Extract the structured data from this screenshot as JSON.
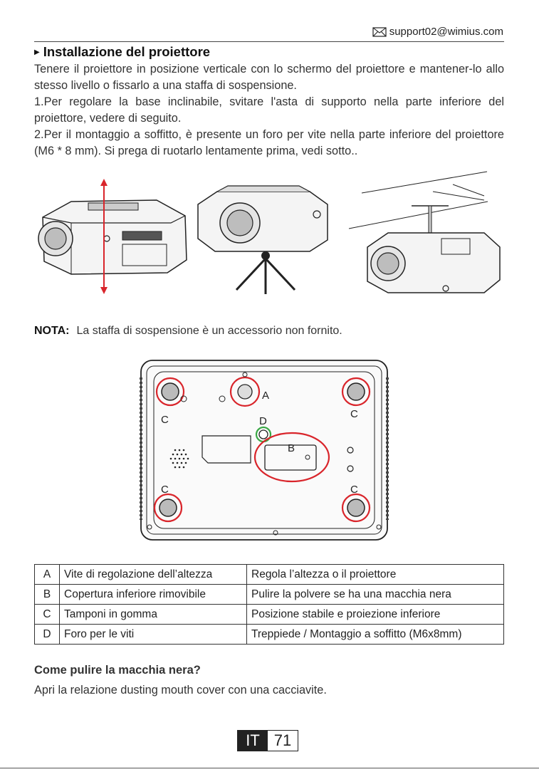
{
  "header": {
    "email": "support02@wimius.com",
    "email_icon": "envelope-icon"
  },
  "section": {
    "title": "Installazione del proiettore",
    "paragraphs": [
      "Tenere il proiettore in posizione verticale con lo schermo del proiettore e mantener-lo allo stesso livello o fissarlo a una staffa di sospensione.",
      "1.Per regolare la base inclinabile, svitare l'asta di supporto nella parte inferiore del proiettore, vedere di seguito.",
      "2.Per il montaggio a soffitto, è presente un foro per vite nella parte inferiore del proiettore (M6 * 8 mm). Si prega di ruotarlo lentamente prima, vedi sotto.."
    ]
  },
  "note": {
    "label": "NOTA:",
    "text": "La staffa di sospensione è un accessorio non fornito."
  },
  "diagram_labels": {
    "a": "A",
    "b": "B",
    "c": "C",
    "d": "D"
  },
  "parts_table": [
    {
      "key": "A",
      "name": "Vite di regolazione dell’altezza",
      "desc": "Regola l’altezza o il proiettore"
    },
    {
      "key": "B",
      "name": "Copertura inferiore rimovibile",
      "desc": "Pulire la polvere se ha una macchia nera"
    },
    {
      "key": "C",
      "name": "Tamponi in gomma",
      "desc": "Posizione stabile e proiezione inferiore"
    },
    {
      "key": "D",
      "name": "Foro per le viti",
      "desc": "Treppiede / Montaggio a soffitto (M6x8mm)"
    }
  ],
  "cleaning": {
    "title": "Come pulire la macchia nera?",
    "text": "Apri la relazione dusting mouth cover con una cacciavite."
  },
  "footer": {
    "lang": "IT",
    "page": "71"
  },
  "colors": {
    "highlight_red": "#d9252b",
    "highlight_green": "#3aa846"
  }
}
